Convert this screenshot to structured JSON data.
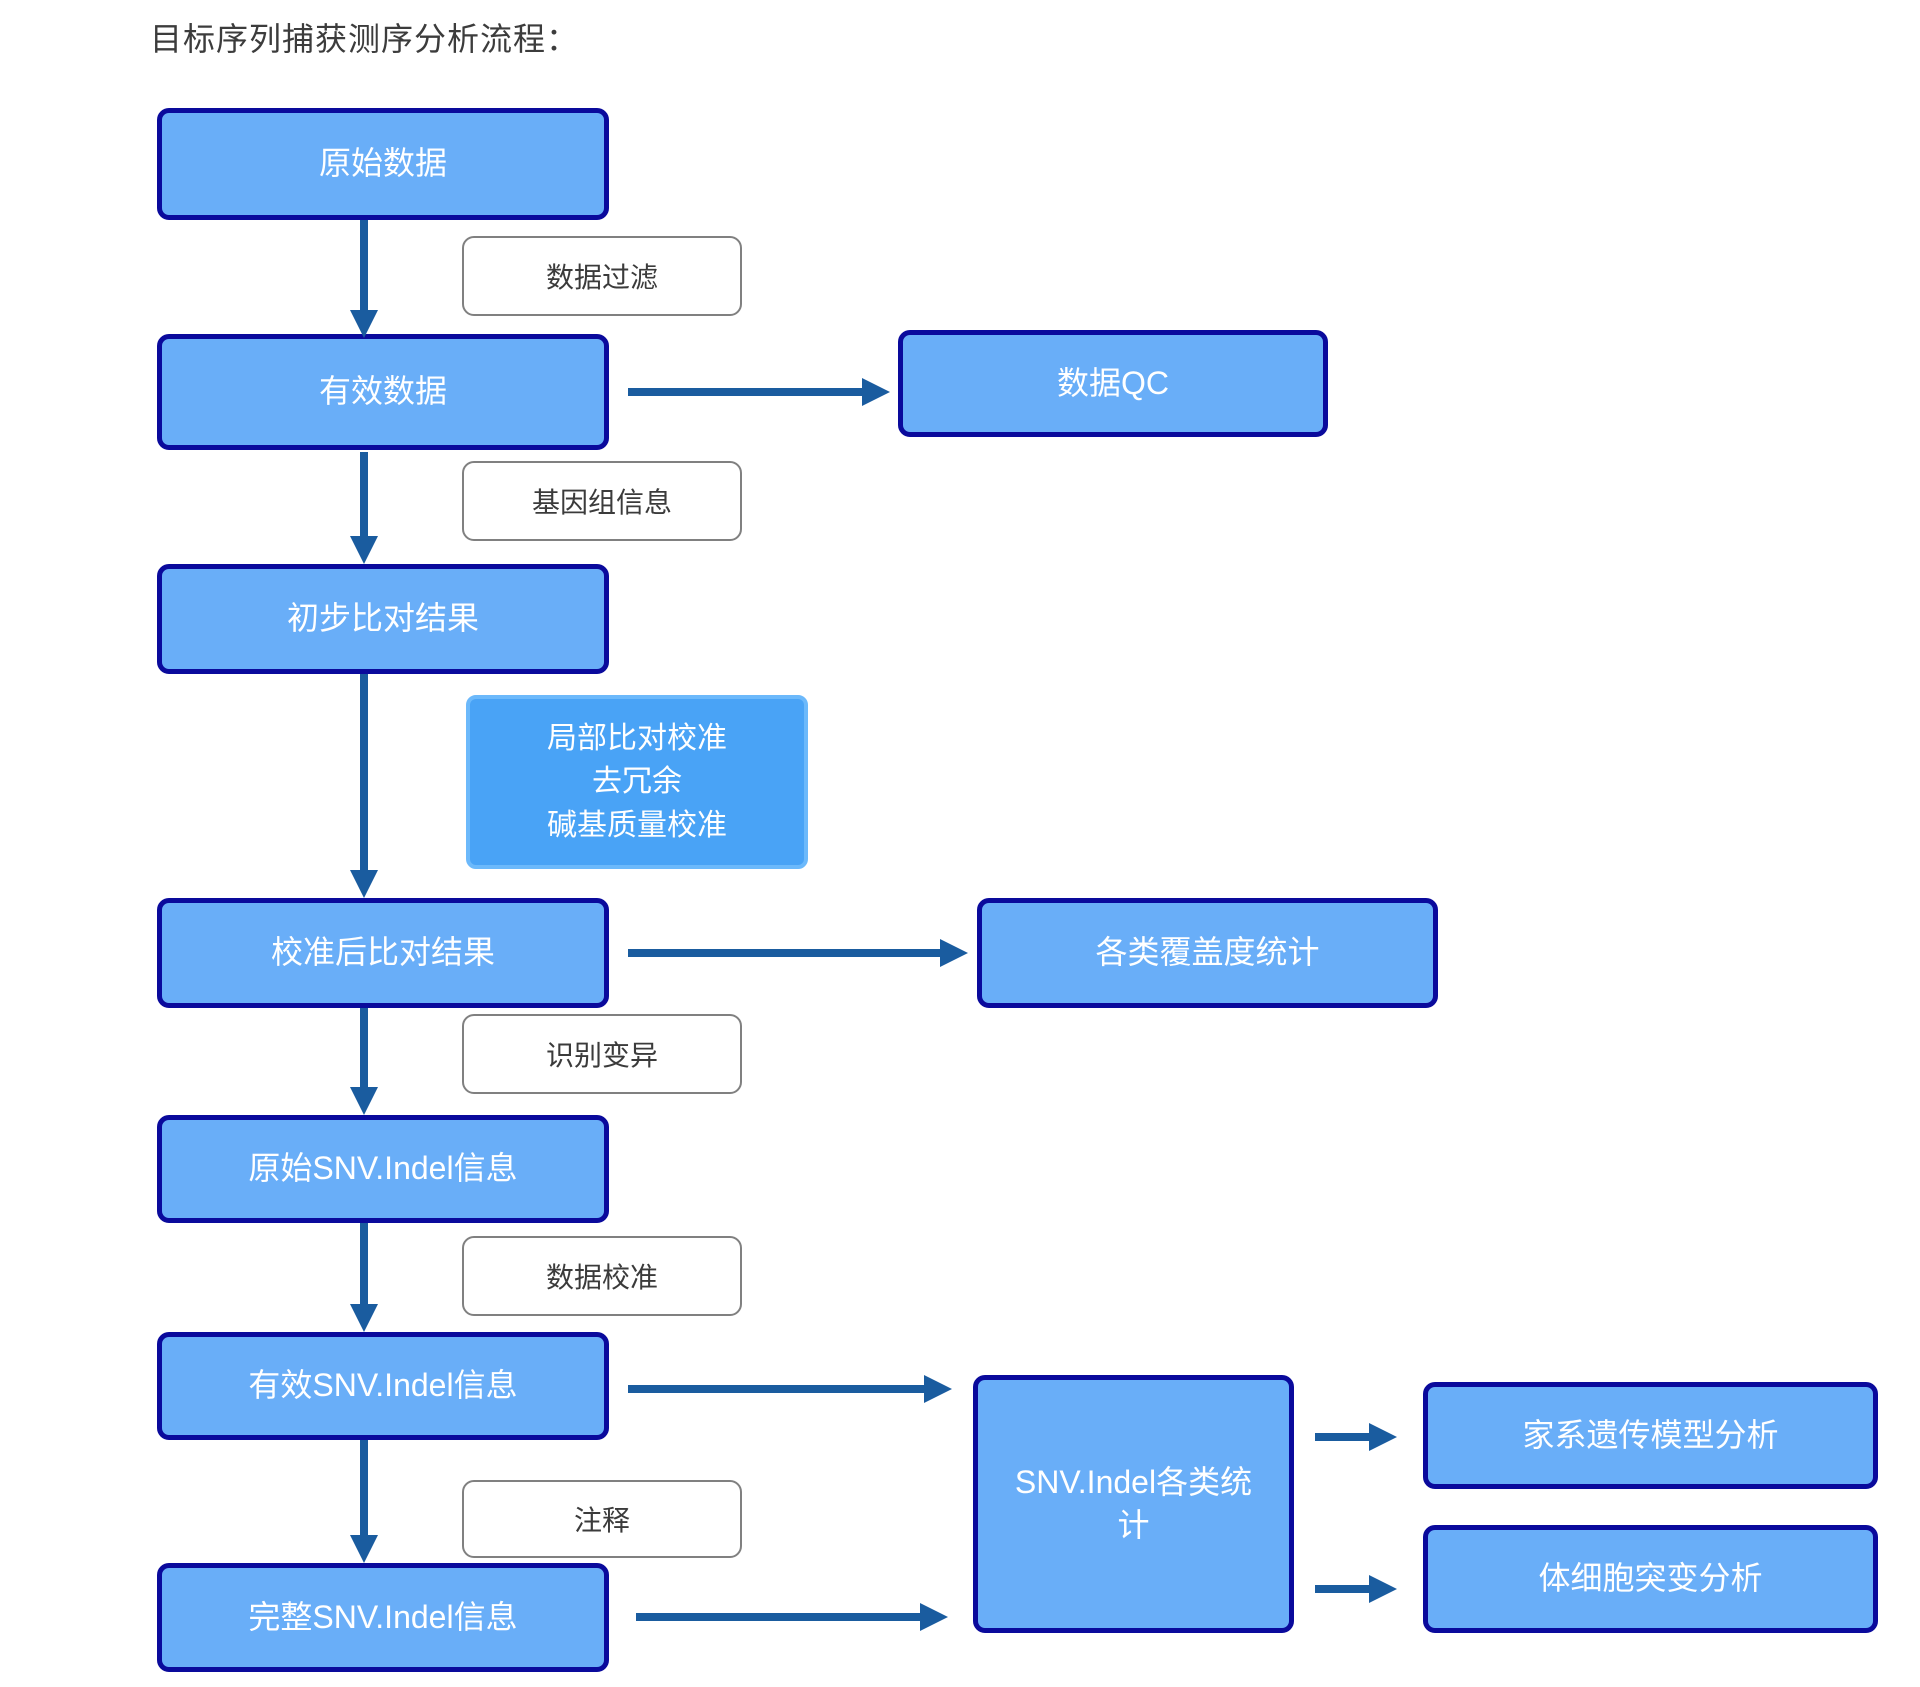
{
  "title": "目标序列捕获测序分析流程：",
  "nodes": {
    "raw_data": "原始数据",
    "valid_data": "有效数据",
    "data_qc": "数据QC",
    "initial_alignment": "初步比对结果",
    "calibrated_alignment": "校准后比对结果",
    "coverage_stats": "各类覆盖度统计",
    "raw_snv_indel": "原始SNV.Indel信息",
    "valid_snv_indel": "有效SNV.Indel信息",
    "complete_snv_indel": "完整SNV.Indel信息",
    "snv_indel_stats": "SNV.Indel各类统计",
    "family_model": "家系遗传模型分析",
    "somatic_mutation": "体细胞突变分析"
  },
  "step_labels": {
    "data_filter": "数据过滤",
    "genome_info": "基因组信息",
    "realign_lines": [
      "局部比对校准",
      "去冗余",
      "碱基质量校准"
    ],
    "variant_identify": "识别变异",
    "data_calibration": "数据校准",
    "annotation": "注释"
  },
  "colors": {
    "node_fill": "#69AEF8",
    "node_border": "#0A0A9C",
    "process_fill": "#49A3F6",
    "process_border": "#6CB9FB",
    "arrow": "#1A5C9F",
    "label_border": "#808080",
    "label_text": "#3B3B3B",
    "node_text": "#FFFFFF",
    "title_text": "#3C3C3C",
    "background": "#FFFFFF"
  }
}
